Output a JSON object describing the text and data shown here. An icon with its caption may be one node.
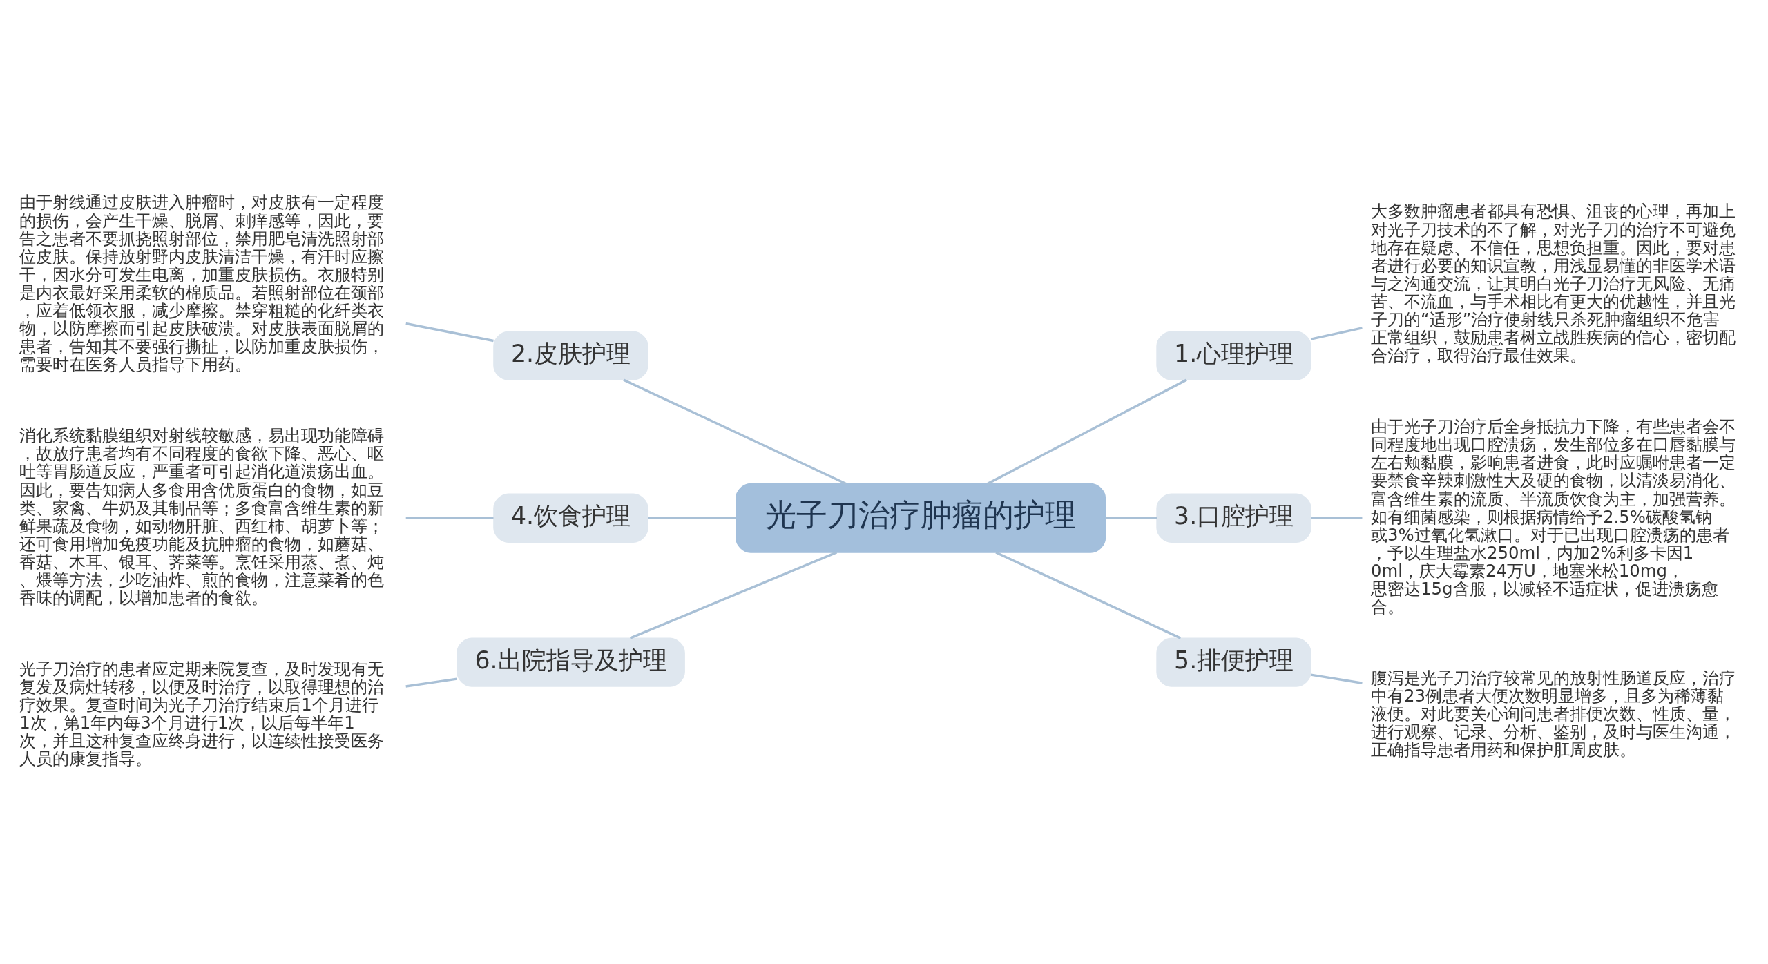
{
  "diagram": {
    "nodes": [
      {
        "text": [
          "光子刀治疗肿瘤的护理"
        ]
      },
      {
        "text": [
          "1.心理护理"
        ]
      },
      {
        "text": [
          "大多数肿瘤患者都具有恐惧、沮丧的心理，再加上对光子刀技术的不了解，对光子刀的治疗不可避免地存在疑虑、不信任，思想负担重。因此，要对患者进行必要的知识宣教，用浅显易懂的非医学术语与之沟通交流，让其明白光子刀治疗无风险、无痛苦、不流血，与手术相比有更大的优越性，并且光子刀的“适形”治疗使射线只杀死肿瘤组织不危害正常组织，鼓励患者树立战胜疾病的信心，密切配合治疗，取得治疗最佳效果。"
        ]
      },
      {
        "text": [
          "2.皮肤护理"
        ]
      },
      {
        "text": [
          "由于射线通过皮肤进入肿瘤时，对皮肤有一定程度的损伤，会产生干燥、脱屑、刺痒感等，因此，要告之患者不要抓挠照射部位，禁用肥皂清洗照射部位皮肤。保持放射野内皮肤清洁干燥，有汗时应擦干，因水分可发生电离，加重皮肤损伤。衣服特别是内衣最好采用柔软的棉质品。若照射部位在颈部，应着低领衣服，减少摩擦。禁穿粗糙的化纤类衣物，以防摩擦而引起皮肤破溃。对皮肤表面脱屑的患者，告知其不要强行撕扯，以防加重皮肤损伤，需要时在医务人员指导下用药。"
        ]
      },
      {
        "text": [
          "3.口腔护理"
        ]
      },
      {
        "text": [
          "由于光子刀治疗后全身抵抗力下降，有些患者会不同程度地出现口腔溃疡，发生部位多在口唇黏膜与左右颊黏膜，影响患者进食，此时应嘱咐患者一定要禁食辛辣刺激性大及硬的食物，以清淡易消化、富含维生素的流质、半流质饮食为主，加强营养。如有细菌感染，则根据病情给予2.5%碳酸氢钠或3%过氧化氢漱口。对于已出现口腔溃疡的患者，予以生理盐水250ml，内加2%利多卡因10ml，庆大霉素24万U，地塞米松10mg，思密达15g含服，以减轻不适症状，促进溃疡愈合。"
        ]
      },
      {
        "text": [
          "4.饮食护理"
        ]
      },
      {
        "text": [
          "消化系统黏膜组织对射线较敏感，易出现功能障碍，故放疗患者均有不同程度的食欲下降、恶心、呕吐等胃肠道反应，严重者可引起消化道溃疡出血。因此，要告知病人多食用含优质蛋白的食物，如豆类、家禽、牛奶及其制品等；多食富含维生素的新鲜果蔬及食物，如动物肝脏、西红柿、胡萝卜等；还可食用增加免疫功能及抗肿瘤的食物，如蘑菇、香菇、木耳、银耳、荠菜等。烹饪采用蒸、煮、炖、煨等方法，少吃油炸、煎的食物，注意菜肴的色香味的调配，以增加患者的食欲。"
        ]
      },
      {
        "text": [
          "5.排便护理"
        ]
      },
      {
        "text": [
          "腹泻是光子刀治疗较常见的放射性肠道反应，治疗中有23例患者大便次数明显增多，且多为稀薄黏液便。对此要关心询问患者排便次数、性质、量，进行观察、记录、分析、鉴别，及时与医生沟通，正确指导患者用药和保护肛周皮肤。"
        ]
      },
      {
        "text": [
          "6.出院指导及护理"
        ]
      },
      {
        "text": [
          "光子刀治疗的患者应定期来院复查，及时发现有无复发及病灶转移，以便及时治疗，以取得理想的治疗效果。复查时间为光子刀治疗结束后1个月进行1次，第1年内每3个月进行1次，以后每半年1次，并且这种复查应终身进行，以连续性接受医务人员的康复指导。"
        ]
      }
    ],
    "edges": [
      {
        "from": 0,
        "to": 1,
        "arrow": "none"
      },
      {
        "from": 1,
        "to": 2,
        "arrow": "none"
      },
      {
        "from": 0,
        "to": 3,
        "arrow": "none"
      },
      {
        "from": 3,
        "to": 4,
        "arrow": "none"
      },
      {
        "from": 0,
        "to": 5,
        "arrow": "none"
      },
      {
        "from": 5,
        "to": 6,
        "arrow": "none"
      },
      {
        "from": 0,
        "to": 7,
        "arrow": "none"
      },
      {
        "from": 7,
        "to": 8,
        "arrow": "none"
      },
      {
        "from": 0,
        "to": 9,
        "arrow": "none"
      },
      {
        "from": 9,
        "to": 10,
        "arrow": "none"
      },
      {
        "from": 0,
        "to": 11,
        "arrow": "none"
      },
      {
        "from": 11,
        "to": 12,
        "arrow": "none"
      }
    ]
  }
}
